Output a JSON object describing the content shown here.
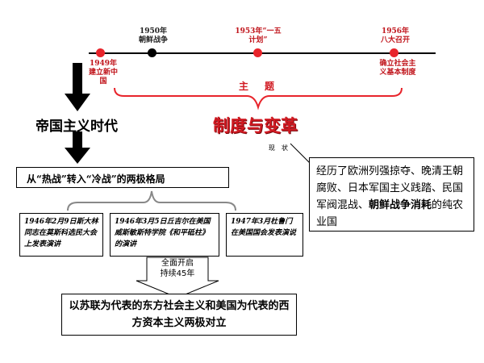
{
  "timeline": {
    "events": [
      {
        "label": "1949年建立新中国",
        "color": "#e8242b"
      },
      {
        "label": "1950年朝鲜战争",
        "color": "#000000"
      },
      {
        "label": "1953年“一五计划”",
        "color": "#e8242b"
      },
      {
        "label": "1956年八大召开",
        "color": "#e8242b"
      },
      {
        "label": "确立社会主义基本制度",
        "color": "#e8242b"
      }
    ]
  },
  "theme": {
    "label": "主题",
    "title": "制度与变革"
  },
  "status": {
    "label": "现状",
    "text_before": "经历了欧洲列强掠夺、晚清王朝腐败、日本军国主义践踏、民国军阀混战、",
    "highlight": "朝鲜战争消耗",
    "text_after": "的纯农业国"
  },
  "era": {
    "title": "帝国主义时代"
  },
  "pattern": {
    "text": "从“热战”转入“冷战”的两极格局"
  },
  "speeches": [
    {
      "text": "1946年2月9日斯大林同志在莫斯科选民大会上发表演讲"
    },
    {
      "text": "1946年3月5日丘吉尔在美国威斯敏斯特学院《和平砥柱》的演讲"
    },
    {
      "text": "1947年3月杜鲁门在美国国会发表演说"
    }
  ],
  "arrow": {
    "line1": "全面开启",
    "line2": "持续45年"
  },
  "conclusion": {
    "text": "以苏联为代表的东方社会主义和美国为代表的西方资本主义两极对立"
  }
}
